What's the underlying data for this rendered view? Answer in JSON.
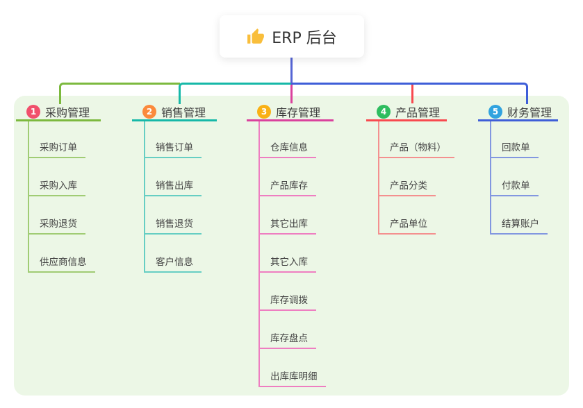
{
  "root": {
    "title": "ERP 后台",
    "icon": "thumbs-up-icon"
  },
  "colors": {
    "page_bg": "#FFFFFF",
    "panel_bg": "#ECF7E6",
    "card_bg": "#FFFFFF",
    "root_line": "#5565D5",
    "title_text": "#333333",
    "heading_text": "#3C3C3C",
    "child_text": "#424242",
    "thumb_icon": "#F9BE3B"
  },
  "branches": [
    {
      "badge": "1",
      "badge_color": "#F1506C",
      "title": "采购管理",
      "line_color": "#7CB93E",
      "child_line_color": "#A0CC74",
      "children": [
        "采购订单",
        "采购入库",
        "采购退货",
        "供应商信息"
      ]
    },
    {
      "badge": "2",
      "badge_color": "#FB8A3C",
      "title": "销售管理",
      "line_color": "#16B8A8",
      "child_line_color": "#66CEC3",
      "children": [
        "销售订单",
        "销售出库",
        "销售退货",
        "客户信息"
      ]
    },
    {
      "badge": "3",
      "badge_color": "#F9B115",
      "title": "库存管理",
      "line_color": "#DA419D",
      "child_line_color": "#EE7EC1",
      "children": [
        "仓库信息",
        "产品库存",
        "其它出库",
        "其它入库",
        "库存调拨",
        "库存盘点",
        "出库库明细"
      ]
    },
    {
      "badge": "4",
      "badge_color": "#2EBD5F",
      "title": "产品管理",
      "line_color": "#F8494F",
      "child_line_color": "#F4908F",
      "children": [
        "产品（物料）",
        "产品分类",
        "产品单位"
      ]
    },
    {
      "badge": "5",
      "badge_color": "#31A3DF",
      "title": "财务管理",
      "line_color": "#3E5ED8",
      "child_line_color": "#8297E0",
      "children": [
        "回款单",
        "付款单",
        "结算账户"
      ]
    }
  ]
}
